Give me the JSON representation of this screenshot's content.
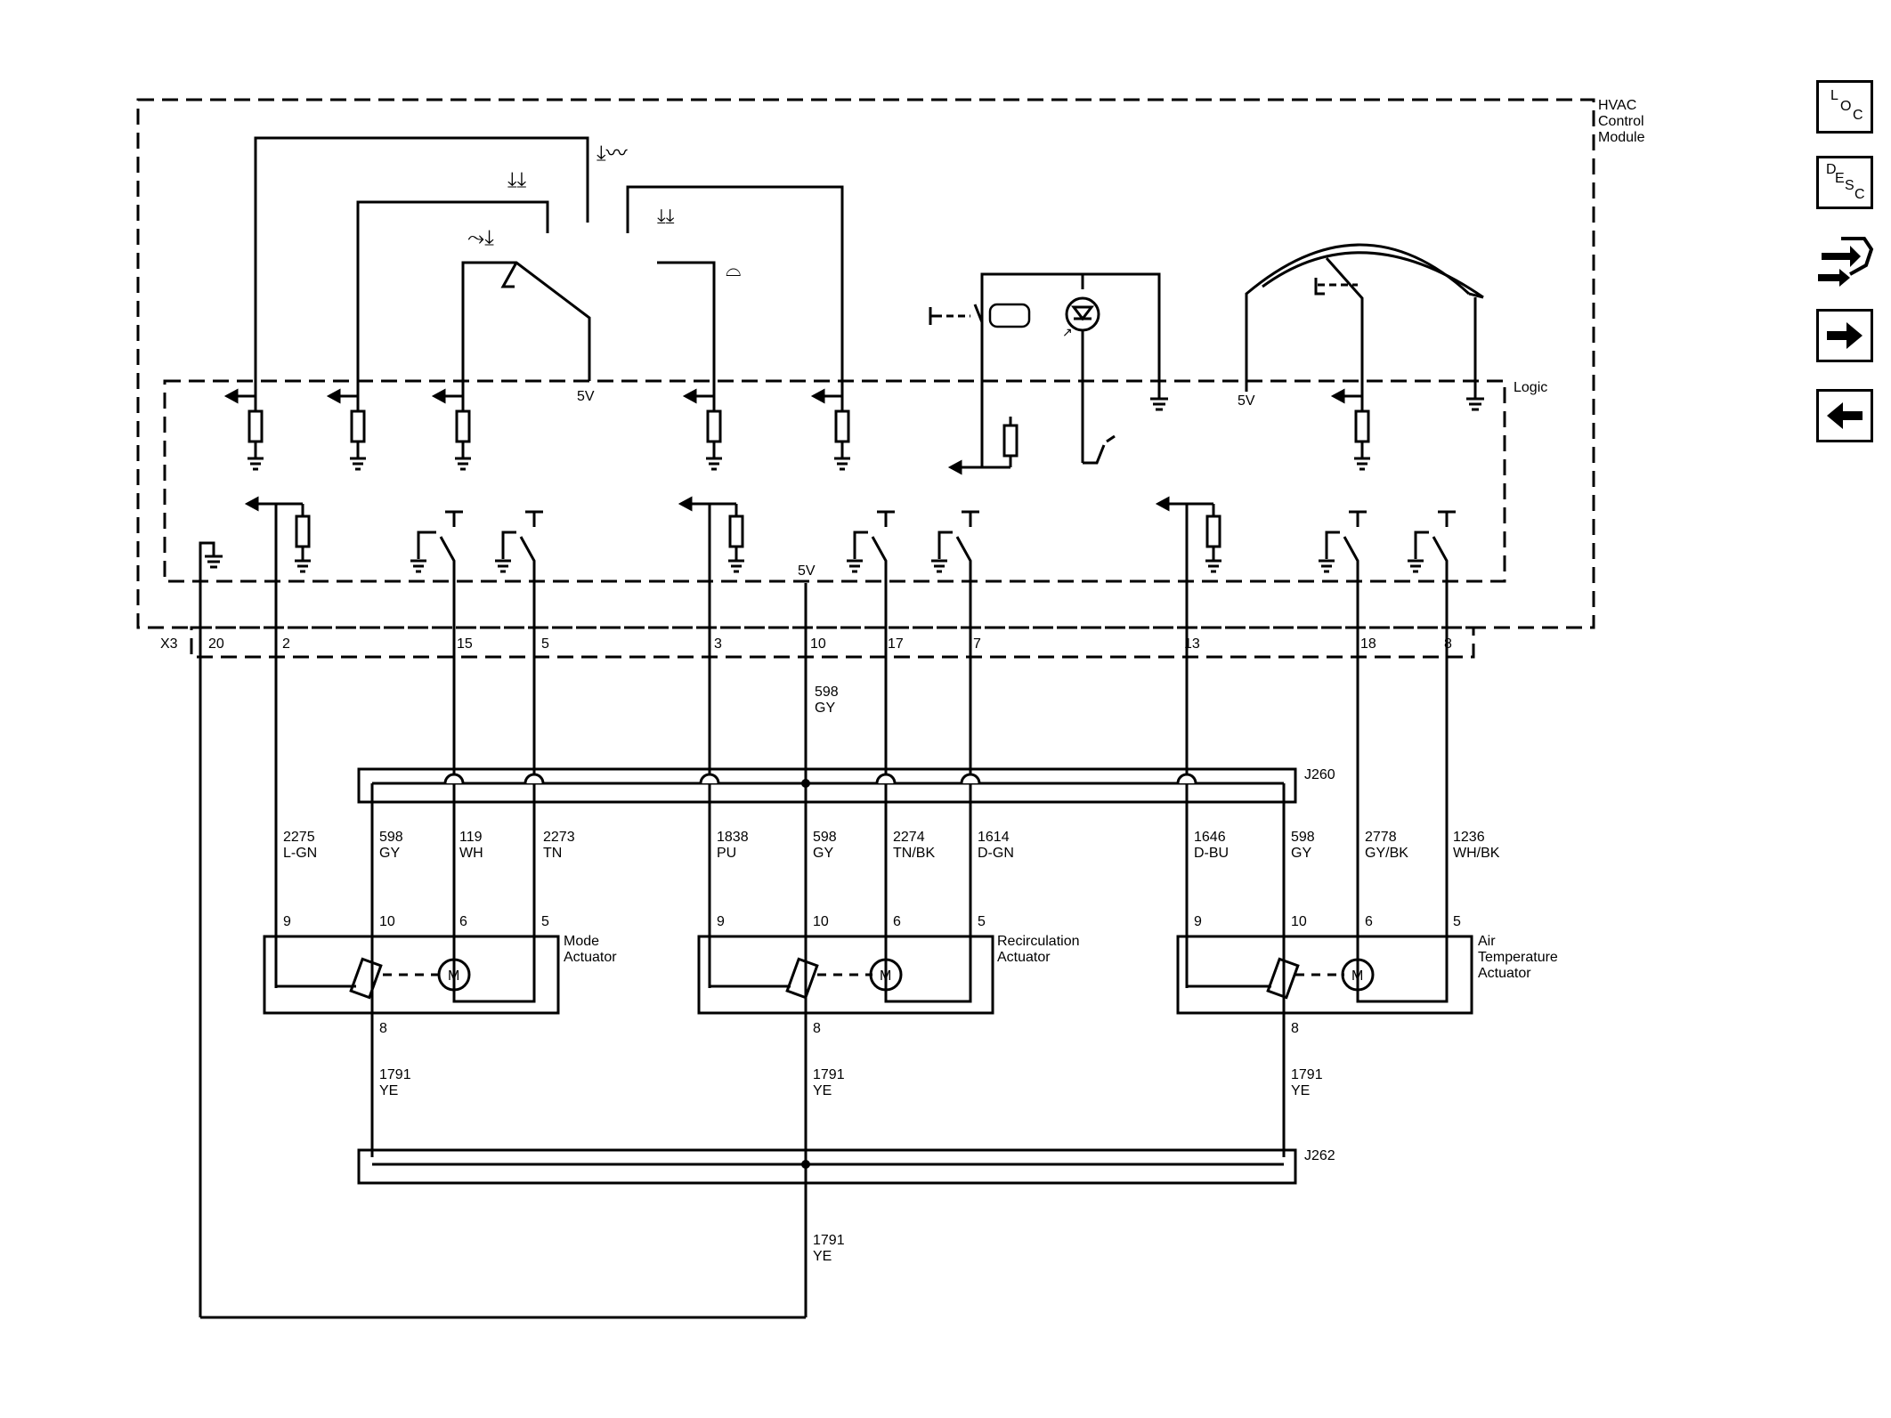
{
  "module": {
    "title_lines": [
      "HVAC",
      "Control",
      "Module"
    ],
    "logic_label": "Logic",
    "connector_name": "X3",
    "v5_labels": [
      "5V",
      "5V",
      "5V"
    ],
    "connector_pins": [
      "20",
      "2",
      "15",
      "5",
      "3",
      "10",
      "17",
      "7",
      "13",
      "18",
      "8"
    ]
  },
  "splices": {
    "j260": "J260",
    "j262": "J262"
  },
  "wires": {
    "w598_top": [
      "598",
      "GY"
    ],
    "w2275": [
      "2275",
      "L-GN"
    ],
    "w598a": [
      "598",
      "GY"
    ],
    "w119": [
      "119",
      "WH"
    ],
    "w2273": [
      "2273",
      "TN"
    ],
    "w1838": [
      "1838",
      "PU"
    ],
    "w598b": [
      "598",
      "GY"
    ],
    "w2274": [
      "2274",
      "TN/BK"
    ],
    "w1614": [
      "1614",
      "D-GN"
    ],
    "w1646": [
      "1646",
      "D-BU"
    ],
    "w598c": [
      "598",
      "GY"
    ],
    "w2778": [
      "2778",
      "GY/BK"
    ],
    "w1236": [
      "1236",
      "WH/BK"
    ],
    "w1791a": [
      "1791",
      "YE"
    ],
    "w1791b": [
      "1791",
      "YE"
    ],
    "w1791c": [
      "1791",
      "YE"
    ],
    "w1791d": [
      "1791",
      "YE"
    ]
  },
  "actuators": [
    {
      "name_lines": [
        "Mode",
        "Actuator"
      ],
      "pins": [
        "9",
        "10",
        "6",
        "5",
        "8"
      ],
      "motor": "M"
    },
    {
      "name_lines": [
        "Recirculation",
        "Actuator"
      ],
      "pins": [
        "9",
        "10",
        "6",
        "5",
        "8"
      ],
      "motor": "M"
    },
    {
      "name_lines": [
        "Air",
        "Temperature",
        "Actuator"
      ],
      "pins": [
        "9",
        "10",
        "6",
        "5",
        "8"
      ],
      "motor": "M"
    }
  ],
  "nav": {
    "loc": [
      "L",
      "O",
      "C"
    ],
    "desc": [
      "D",
      "E",
      "S",
      "C"
    ],
    "icons": [
      "harness-connector-icon",
      "arrow-right-icon",
      "arrow-left-icon"
    ]
  }
}
